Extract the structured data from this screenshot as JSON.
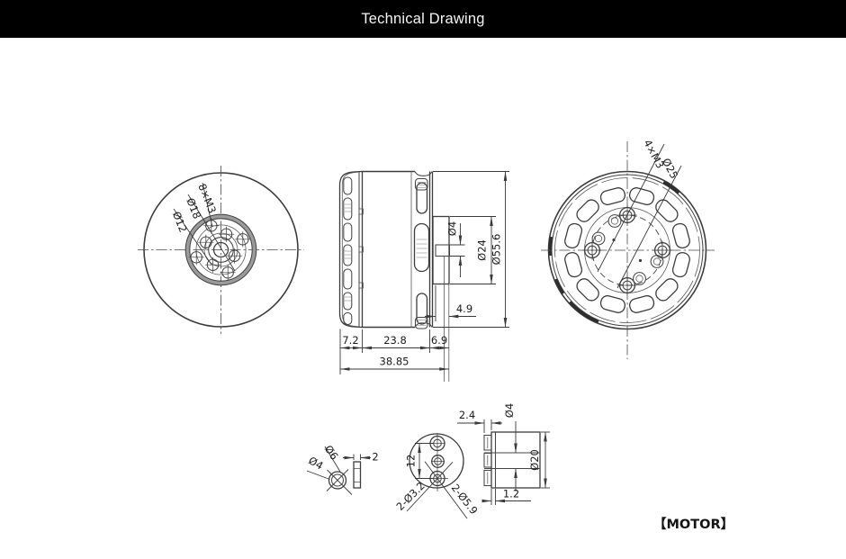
{
  "header": {
    "title": "Technical Drawing",
    "bg_color": "#000000",
    "text_color": "#f5f5f5"
  },
  "footer": {
    "label": "【MOTOR】"
  },
  "colors": {
    "line": "#3d3d3d",
    "dimension": "#3a3a3a",
    "background": "#ffffff"
  },
  "views": {
    "front_view": {
      "labels": {
        "bolt_pattern": "8×M3",
        "bolt_circle_outer": "Ø18",
        "bolt_circle_inner": "Ø12"
      }
    },
    "side_view": {
      "dims": {
        "shaft_dia": "Ø4",
        "hub_dia": "Ø24",
        "outer_dia": "Ø55.6",
        "flange_len": "4.9",
        "bell_len": "7.2",
        "body_len": "23.8",
        "mount_len": "6.9",
        "total_len": "38.85"
      }
    },
    "back_view": {
      "labels": {
        "bolt_pattern": "4×M3",
        "bolt_circle": "Ø25"
      }
    },
    "washer_detail": {
      "dims": {
        "outer_dia": "Ø6",
        "inner_dia": "Ø4",
        "thickness": "2"
      }
    },
    "flange_detail": {
      "dims": {
        "hole_spacing": "12",
        "small_holes": "2-Ø3.2",
        "large_holes": "2-Ø5.9"
      }
    },
    "flange_side_detail": {
      "dims": {
        "tab_width": "2.4",
        "shaft_dia": "Ø4",
        "outer_dia": "Ø20",
        "plate_thickness": "1.2"
      }
    }
  }
}
